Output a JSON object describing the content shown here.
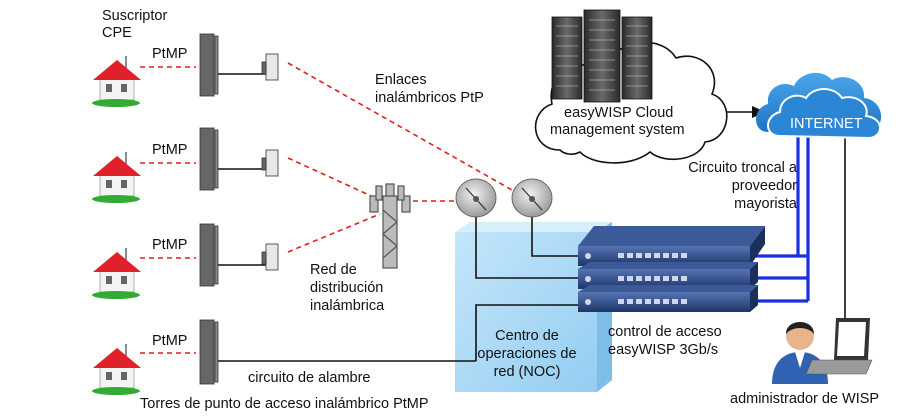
{
  "labels": {
    "subscriber_line1": "Suscriptor",
    "subscriber_line2": "CPE",
    "ptmp": "PtMP",
    "ptp_links_line1": "Enlaces",
    "ptp_links_line2": "inalámbricos PtP",
    "cloud_line1": "easyWISP Cloud",
    "cloud_line2": "management system",
    "internet": "INTERNET",
    "trunk_line1": "Circuito troncal a",
    "trunk_line2": "proveedor",
    "trunk_line3": "mayorista",
    "distribution_line1": "Red de",
    "distribution_line2": "distribución",
    "distribution_line3": "inalámbrica",
    "noc_line1": "Centro de",
    "noc_line2": "operaciones de",
    "noc_line3": "red (NOC)",
    "access_line1": "control de acceso",
    "access_line2": "easyWISP 3Gb/s",
    "wire_circuit": "circuito de alambre",
    "towers_caption": "Torres de punto de acceso inalámbrico PtMP",
    "admin": "administrador de WISP"
  },
  "colors": {
    "roof": "#e0202a",
    "house_wall": "#f4f4f4",
    "grass": "#33aa33",
    "ptp_link": "#dd1f1f",
    "noc_box": "#a8d8f5",
    "router": "#2d4a86",
    "trunk_line": "#1a2fe0",
    "internet_cloud": "#2f8fd8",
    "server": "#555555",
    "tower": "#444444",
    "admin_shirt": "#2f62b0"
  }
}
